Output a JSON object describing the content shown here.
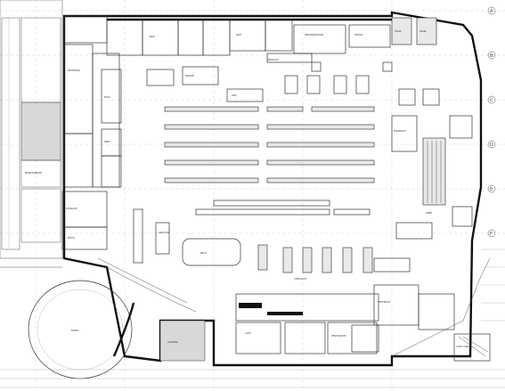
{
  "grid_labels": [
    "A",
    "B",
    "C",
    "D",
    "E",
    "F"
  ],
  "room_labels": {
    "refrigeration": "REFRIGERATION",
    "stair_1": "STAIR",
    "stair_2": "STAIR",
    "boh_1": "BOH",
    "boh_2": "BOH",
    "office": "OFFICE",
    "receiving": "RECEIVING",
    "merchandise": "MERCHANDISE",
    "elec": "ELEC",
    "storage": "STORAGE",
    "mech": "MECH",
    "prep": "PREP",
    "bakery": "BAKERY",
    "deli": "DELI",
    "produce": "PRODUCE",
    "checkout": "CHECKOUT",
    "seafood": "SEAFOOD",
    "meat": "MEAT",
    "entry": "ENTRY",
    "cafe": "CAFE",
    "wine": "WINE",
    "pharmacy": "PHARMACY",
    "restrooms": "RESTROOMS",
    "cart_corral": "CART CORRAL",
    "vestibule": "VESTIBULE",
    "loading": "LOADING"
  }
}
